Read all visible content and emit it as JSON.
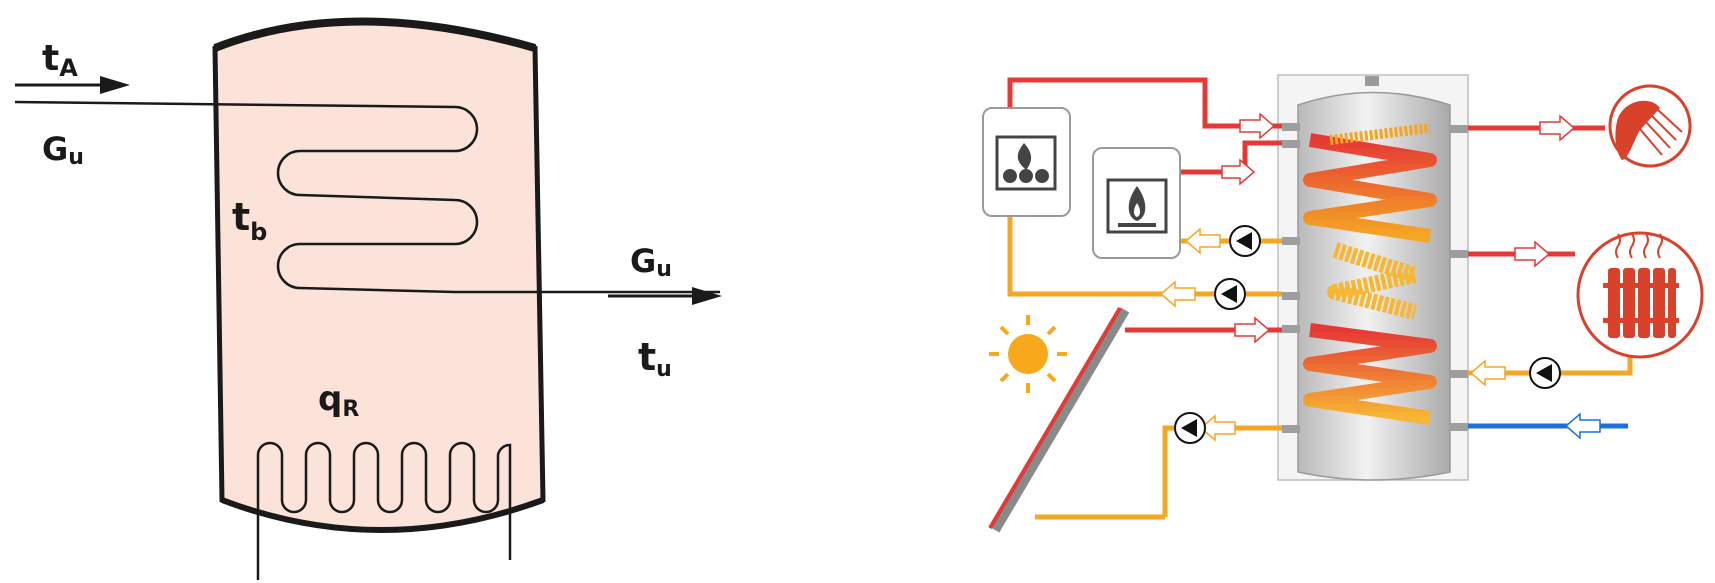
{
  "left_diagram": {
    "labels": {
      "t_main": "t",
      "t_sub": "A",
      "g_in_main": "G",
      "g_in_sub": "u",
      "tb_main": "t",
      "tb_sub": "b",
      "g_out_main": "G",
      "g_out_sub": "u",
      "tu_main": "t",
      "tu_sub": "u",
      "q_main": "q",
      "q_sub": "R"
    },
    "colors": {
      "tank_fill": "#fbe3da",
      "line": "#1a1a1a"
    }
  },
  "right_diagram": {
    "icons": [
      "boiler-solid-fuel-icon",
      "gas-burner-icon",
      "sun-icon",
      "solar-collector-icon",
      "shower-icon",
      "radiator-icon",
      "pump-icon"
    ],
    "colors": {
      "hot": "#e53935",
      "warm": "#f5a623",
      "cold": "#1e6fd9",
      "tank": "#c9c9c9",
      "icon_circle": "#d9412b"
    }
  }
}
